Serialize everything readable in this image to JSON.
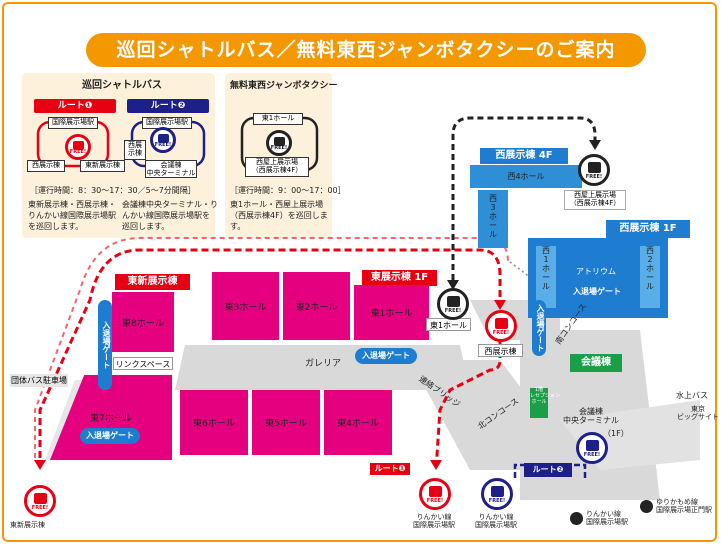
{
  "title": "巡回シャトルバス／無料東西ジャンボタクシーのご案内",
  "colors": {
    "orange": "#f39800",
    "red": "#e60012",
    "navy": "#1d2088",
    "pink": "#e4007f",
    "blue": "#2f8fd6",
    "green": "#1a9e48"
  },
  "shuttle": {
    "heading": "巡回シャトルバス",
    "route1": {
      "tag": "ルート❶",
      "stop_top": "国際展示場駅",
      "stop_left": "西展示棟",
      "stop_right": "東新展示棟"
    },
    "route2": {
      "tag": "ルート❷",
      "stop_top": "国際展示場駅",
      "stop_left": "西展示棟",
      "stop_bottom": "会議棟\n中央ターミナル"
    },
    "hours": "［運行時間：8：30～17：30／5～7分間隔］",
    "note1": "東新展示棟・西展示棟・\nりんかい線国際展示場駅\nを巡回します。",
    "note2": "会議棟中央ターミナル・り\nんかい線国際展示場駅を\n巡回します。"
  },
  "taxi": {
    "heading": "無料東西ジャンボタクシー",
    "stop_top": "東1ホール",
    "stop_bottom": "西屋上展示場\n（西展示棟4F）",
    "hours": "［運行時間：9：00～17：00］",
    "note": "東1ホール・西屋上展示場\n（西展示棟4F）を巡回しま\nす。"
  },
  "bus_free": "FREE!",
  "map": {
    "east_new_hall": "東新展示棟",
    "east_hall_1f": "東展示棟 1F",
    "halls_east": [
      "東3ホール",
      "東2ホール",
      "東1ホール",
      "東6ホール",
      "東5ホール",
      "東4ホール"
    ],
    "hall8": "東8ホール",
    "hall7": "東7ホール",
    "links": "リンクスペース",
    "galleria": "ガレリア",
    "group_parking": "団体バス駐車場",
    "gate": "入退場ゲート",
    "east1_stop": "東1ホール",
    "west_hall_stop": "西展示棟",
    "bridge": "連絡ブリッジ",
    "north_concourse": "北コンコース",
    "south_concourse": "南コンコース",
    "west_4f": "西展示棟 4F",
    "west4_hall": "西4ホール",
    "west3_hall": "西\n3\nホ\nー\nル",
    "west_1f": "西展示棟 1F",
    "west1_hall": "西\n1\nホ\nー\nル",
    "west2_hall": "西\n2\nホ\nー\nル",
    "atrium": "アトリウム",
    "west_roof": "西屋上展示場\n（西展示棟4F）",
    "conference": "会議棟",
    "conference_terminal": "会議棟\n中央ターミナル",
    "floor_1f": "（1F）",
    "reception_hall": "1階\nレセプション\nホール",
    "water_bus": "水上バス",
    "tokyo_bigsight": "東京\nビッグサイト",
    "route1": "ルート❶",
    "route2": "ルート❷",
    "rinkai_left": "りんかい線\n国際展示場駅",
    "rinkai_mid": "りんかい線\n国際展示場駅",
    "rinkai_legend": "りんかい線\n国際展示場駅",
    "yurikamome_legend": "ゆりかもめ線\n国際展示場正門駅",
    "east_new_stop": "東新展示棟",
    "east_new_stop_bottom": "東新展示棟"
  }
}
